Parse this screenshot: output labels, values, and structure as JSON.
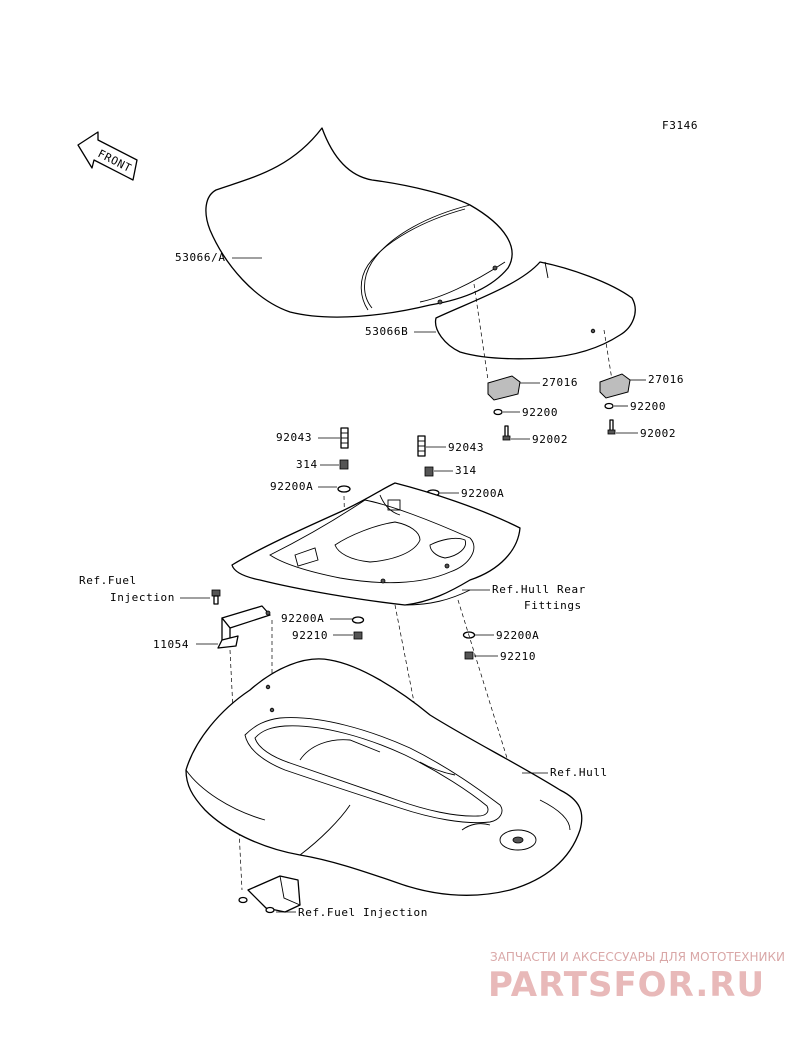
{
  "figure_code": "F3146",
  "front_label": "FRONT",
  "parts": {
    "seat_main": "53066/A",
    "seat_rear": "53066B",
    "damper_left": "27016",
    "damper_right": "27016",
    "washer_left": "92200",
    "washer_right": "92200",
    "bolt_left": "92002",
    "bolt_right": "92002",
    "stud_left": "92043",
    "stud_right": "92043",
    "nut_left": "314",
    "nut_right": "314",
    "washer_a_top_left": "92200A",
    "washer_a_top_right": "92200A",
    "washer_a_mid": "92200A",
    "nut_mid": "92210",
    "washer_a_right": "92200A",
    "nut_right_low": "92210",
    "bracket": "11054"
  },
  "refs": {
    "fuel_injection_line1": "Ref.Fuel",
    "fuel_injection_line2": "Injection",
    "hull_rear_line1": "Ref.Hull Rear",
    "hull_rear_line2": "Fittings",
    "hull": "Ref.Hull",
    "fuel_injection_bottom": "Ref.Fuel Injection"
  },
  "watermark": {
    "top": "ЗАПЧАСТИ И АКСЕССУАРЫ ДЛЯ МОТОТЕХНИКИ",
    "main": "PARTSFOR.RU"
  }
}
